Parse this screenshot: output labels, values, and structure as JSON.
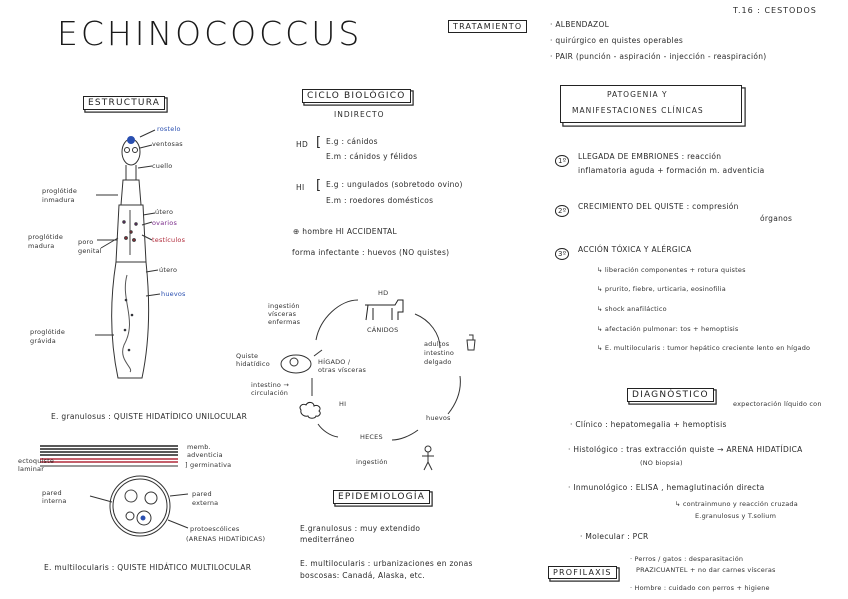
{
  "header": {
    "topic": "T.16 : CESTODOS",
    "title": "ECHINOCOCCUS"
  },
  "estructura": {
    "heading": "ESTRUCTURA",
    "labels": {
      "rostelo": "rostelo",
      "ventosas": "ventosas",
      "cuello": "cuello",
      "proglotide_inmadura": "proglótide inmadura",
      "proglotide_madura": "proglótide madura",
      "poro_genital": "poro genital",
      "utero_1": "útero",
      "ovarios": "ovarios",
      "testiculos": "testículos",
      "utero_2": "útero",
      "huevos": "huevos",
      "proglotide_gravida": "proglótide grávida"
    },
    "granulosus_line": "E. granulosus : QUISTE HIDATÍDICO UNILOCULAR",
    "cyst_labels": {
      "memb_adventicia": "memb. adventicia",
      "g_laminar": "] germinativa",
      "ectoquiste": "ectoquiste laminar",
      "pared_interna": "pared interna",
      "pared_externa": "pared externa",
      "protoescolices": "protoescólices",
      "arenas": "(ARENAS HIDATÍDICAS)"
    },
    "multilocularis_line": "E. multilocularis : QUISTE HIDÁTICO MULTILOCULAR"
  },
  "ciclo": {
    "heading": "CICLO BIOLÓGICO",
    "subheading": "INDIRECTO",
    "hd_label": "HD",
    "hd_eg": "E.g : cánidos",
    "hd_em": "E.m : cánidos y félidos",
    "hi_label": "HI",
    "hi_eg": "E.g : ungulados (sobretodo ovino)",
    "hi_em": "E.m : roedores domésticos",
    "hombre": "hombre HI ACCIDENTAL",
    "forma": "forma infectante : huevos (NO quistes)",
    "diagram": {
      "hd": "HD",
      "canidos": "CÁNIDOS",
      "adultos": "adultos intestino delgado",
      "huevos": "huevos",
      "heces": "HECES",
      "ingestion": "ingestión",
      "hi": "HI",
      "intestino": "intestino → circulación",
      "higado": "HÍGADO / otras vísceras",
      "quiste": "Quiste hidatídico",
      "ingestion_visceras": "ingestión vísceras enfermas"
    }
  },
  "epidemiologia": {
    "heading": "EPIDEMIOLOGÍA",
    "granulosus": "E.granulosus : muy extendido mediterráneo",
    "multilocularis": "E. multilocularis : urbanizaciones en zonas boscosas: Canadá, Alaska, etc."
  },
  "tratamiento": {
    "heading": "TRATAMIENTO",
    "items": [
      "· ALBENDAZOL",
      "· quirúrgico en quistes operables",
      "· PAIR  (punción - aspiración - injección - reaspiración)"
    ]
  },
  "patogenia": {
    "heading_1": "PATOGENIA Y",
    "heading_2": "MANIFESTACIONES CLÍNICAS",
    "p1_num": "1º",
    "p1_a": "LLEGADA DE EMBRIONES : reacción",
    "p1_b": "inflamatoria aguda + formación m. adventicia",
    "p2_num": "2º",
    "p2_a": "CRECIMIENTO DEL QUISTE : compresión",
    "p2_b": "órganos",
    "p3_num": "3º",
    "p3_a": "ACCIÓN TÓXICA Y ALÉRGICA",
    "p3_items": [
      "liberación componentes + rotura quistes",
      "prurito, fiebre, urticaria, eosinofilia",
      "shock anafiláctico",
      "afectación pulmonar: tos + hemoptisis",
      "E. multilocularis : tumor hepático creciente lento en hígado"
    ]
  },
  "diagnostico": {
    "heading": "DIAGNÓSTICO",
    "clinico_note": "expectoración líquido con",
    "clinico": "· Clínico : hepatomegalia + hemoptisis",
    "histologico": "· Histológico : tras extracción quiste → ARENA HIDATÍDICA",
    "histologico_note": "(NO biopsia)",
    "inmunologico": "· Inmunológico : ELISA , hemaglutinación directa",
    "inmuno_2": "↳ contrainmuno y reacción cruzada",
    "inmuno_3": "E.granulosus y T.solium",
    "molecular": "· Molecular : PCR"
  },
  "profilaxis": {
    "heading": "PROFILAXIS",
    "line_1a": "· Perros / gatos : desparasitación",
    "line_1b": "PRAZICUANTEL + no dar carnes vísceras",
    "line_2": "· Hombre : cuidado con perros + higiene"
  }
}
